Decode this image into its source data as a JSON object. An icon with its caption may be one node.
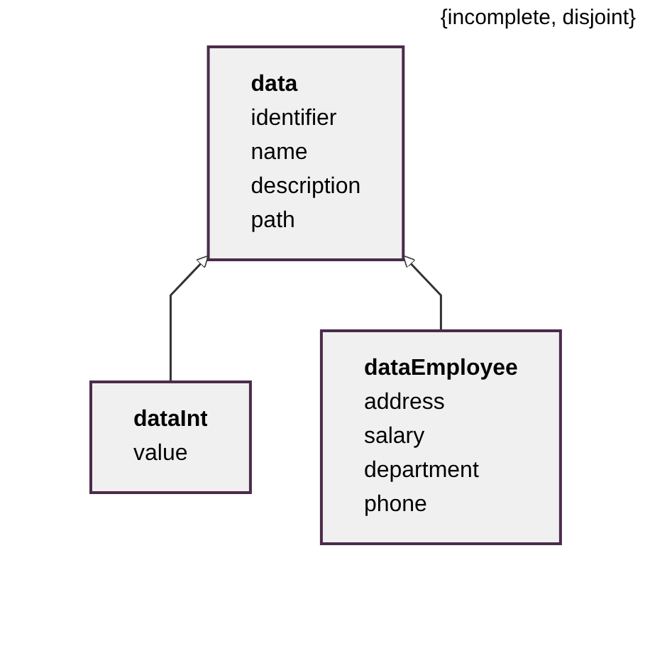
{
  "diagram": {
    "nodes": [
      {
        "text": [
          "data",
          "identifier",
          "name",
          "description",
          "path"
        ]
      },
      {
        "text": [
          "dataInt",
          "value"
        ]
      },
      {
        "text": [
          "dataEmployee",
          "address",
          "salary",
          "department",
          "phone"
        ]
      }
    ],
    "edges": [
      {
        "from": 1,
        "to": 0,
        "arrow": "to"
      },
      {
        "from": 2,
        "to": 0,
        "arrow": "to"
      }
    ],
    "labels": [
      "{incomplete, disjoint}"
    ]
  }
}
